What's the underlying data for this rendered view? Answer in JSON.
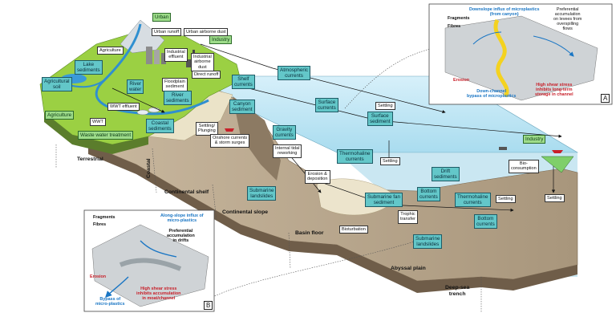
{
  "zones": {
    "terrestrial": "Terrestrial",
    "coastal": "Coastal",
    "continental_shelf": "Continental shelf",
    "continental_slope": "Continental slope",
    "basin_floor": "Basin floor",
    "abyssal_plain": "Abyssal plain",
    "deep_sea_trench": "Deep-sea\ntrench"
  },
  "sources": {
    "urban": "Urban",
    "industry_left": "Industry",
    "industry_right": "Industry",
    "agriculture_top": "Agriculture",
    "agriculture_left": "Agriculture",
    "waste_water_treatment": "Waste water treatment"
  },
  "pathways": {
    "urban_runoff": "Urban runoff",
    "urban_airborne_dust": "Urban airborne dust",
    "industrial_effluent": "Industrial\neffluent",
    "industrial_airborne_dust": "Industrial\nairborne\ndust",
    "direct_runoff": "Direct runoff",
    "floodplain_sediment": "Floodplain\nsediment",
    "wwt_effluent": "WWT effluent",
    "wwt": "WWT",
    "settling_plunging": "Settling/\nPlunging",
    "onshore_currents": "Onshore currents\n& storm surges",
    "internal_tidal_reworking": "Internal tidal\nreworking",
    "erosion_deposition": "Erosion &\ndeposition",
    "trophic_transfer": "Trophic\ntransfer",
    "bioturbation": "Bioturbation",
    "settling_mid": "Settling",
    "settling_center": "Settling",
    "settling_right": "Settling",
    "settling_far_right": "Settling",
    "bio_consumption": "Bio-\nconsumption"
  },
  "sinks": {
    "lake_sediments": "Lake\nsediments",
    "agricultural_soil": "Agricultural\nsoil",
    "river_water": "River\nwater",
    "river_sediments": "River\nsediments",
    "coastal_sediments": "Coastal\nsediments",
    "shelf_currents": "Shelf\ncurrents",
    "canyon_sediment": "Canyon\nsediment",
    "gravity_currents": "Gravity\ncurrents",
    "atmospheric_currents": "Atmospheric\ncurrents",
    "surface_currents": "Surface\ncurrents",
    "surface_sediment": "Surface\nsediment",
    "thermohaline_currents_left": "Thermohaline\ncurrents",
    "submarine_landslides_left": "Submarine\nlandslides",
    "submarine_fan_sediment": "Submarine fan\nsediment",
    "bottom_currents_left": "Bottom\ncurrents",
    "drift_sediments": "Drift\nsediments",
    "thermohaline_currents_right": "Thermohaline\ncurrents",
    "bottom_currents_right": "Bottom\ncurrents",
    "submarine_landslides_right": "Submarine\nlandslides"
  },
  "inset_a": {
    "letter": "A",
    "downslope_influx": "Downslope influx of microplastics\n(from canyon)",
    "preferential_levees": "Preferential\naccumulation\non levees from\noverspilling\nflows",
    "fragments": "Fragments",
    "fibres": "Fibres",
    "erosion": "Erosion",
    "down_channel_bypass": "Down-channel\nbypass of microplastics",
    "high_shear": "High shear stress\ninhibits long-term\nstorage in channel"
  },
  "inset_b": {
    "letter": "B",
    "fragments": "Fragments",
    "fibres": "Fibres",
    "along_slope_influx": "Along-slope influx of\nmicro-plastics",
    "preferential_drifts": "Preferential\naccumulation\nin drifts",
    "erosion": "Erosion",
    "high_shear": "High shear stress\ninhibits accumulation\nin moat/channel",
    "bypass": "Bypass of\nmicro-plastics"
  },
  "colors": {
    "land_green": "#9bd043",
    "water_blue": "#bfe7f5",
    "box_teal": "#63c7c9",
    "seafloor": "#b9a68f",
    "river_blue": "#2f8fd0",
    "inset_blue": "#1a76c4",
    "inset_red": "#c8202a",
    "arrow_yellow": "#f4d21f"
  }
}
